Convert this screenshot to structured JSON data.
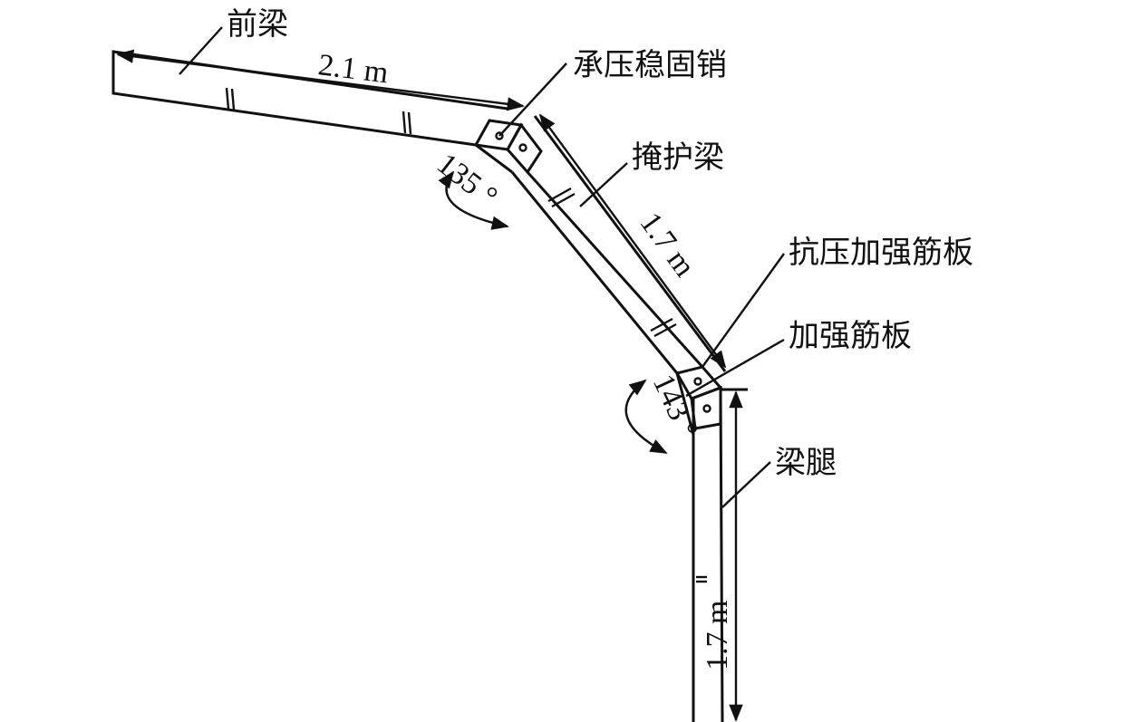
{
  "labels": {
    "front_beam": "前梁",
    "pin": "承压稳固销",
    "canopy_beam": "掩护梁",
    "compression_rib": "抗压加强筋板",
    "rib": "加强筋板",
    "leg": "梁腿"
  },
  "dimensions": {
    "front_beam_length": "2.1 m",
    "canopy_beam_length": "1.7 m",
    "leg_length": "1.7 m"
  },
  "angles": {
    "front_canopy": "135 °",
    "canopy_leg": "143 °"
  }
}
